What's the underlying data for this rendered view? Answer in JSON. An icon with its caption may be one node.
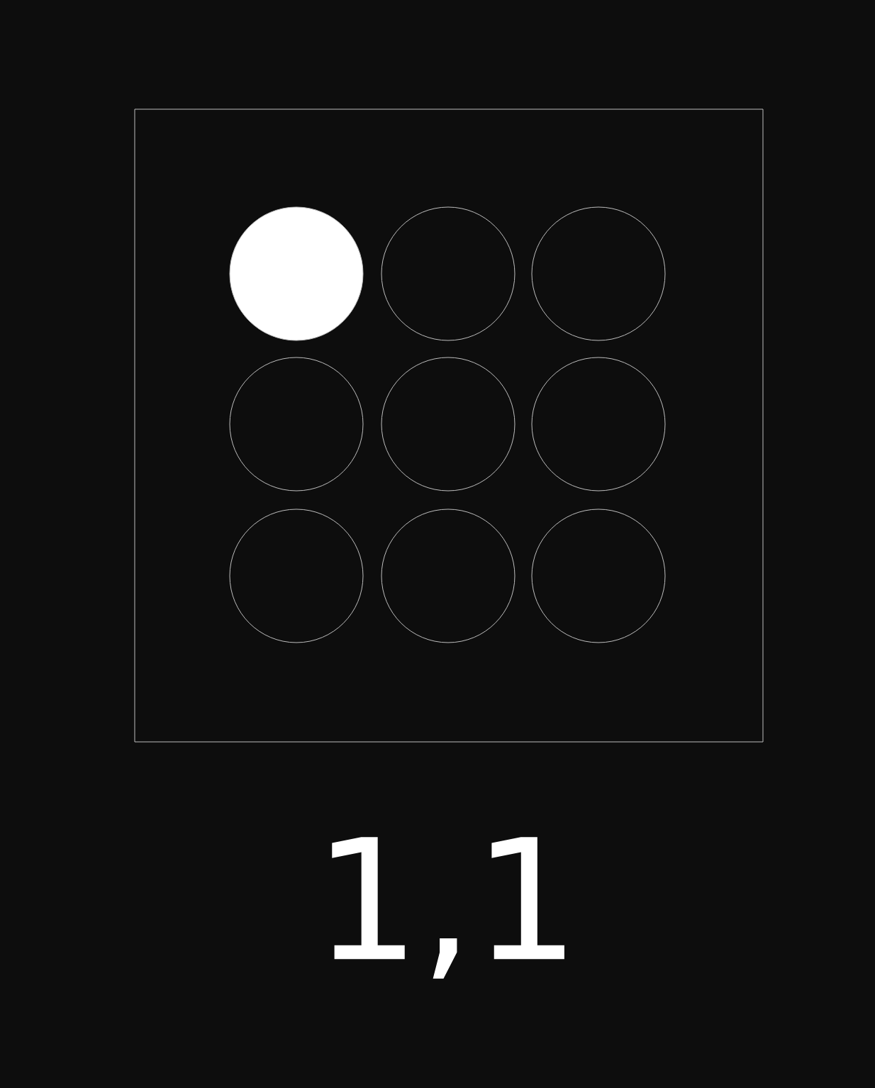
{
  "diagram": {
    "nodes": [
      {
        "text": [],
        "shape": "box"
      },
      {
        "text": [],
        "shape": "disc",
        "in": 0
      },
      {
        "text": [],
        "shape": "circle",
        "in": 0
      },
      {
        "text": [],
        "shape": "circle",
        "in": 0
      },
      {
        "text": [],
        "shape": "circle",
        "in": 0
      },
      {
        "text": [],
        "shape": "circle",
        "in": 0
      },
      {
        "text": [],
        "shape": "circle",
        "in": 0
      },
      {
        "text": [],
        "shape": "circle",
        "in": 0
      },
      {
        "text": [],
        "shape": "circle",
        "in": 0
      },
      {
        "text": [],
        "shape": "circle",
        "in": 0
      }
    ],
    "labels": [
      "1,1"
    ]
  }
}
